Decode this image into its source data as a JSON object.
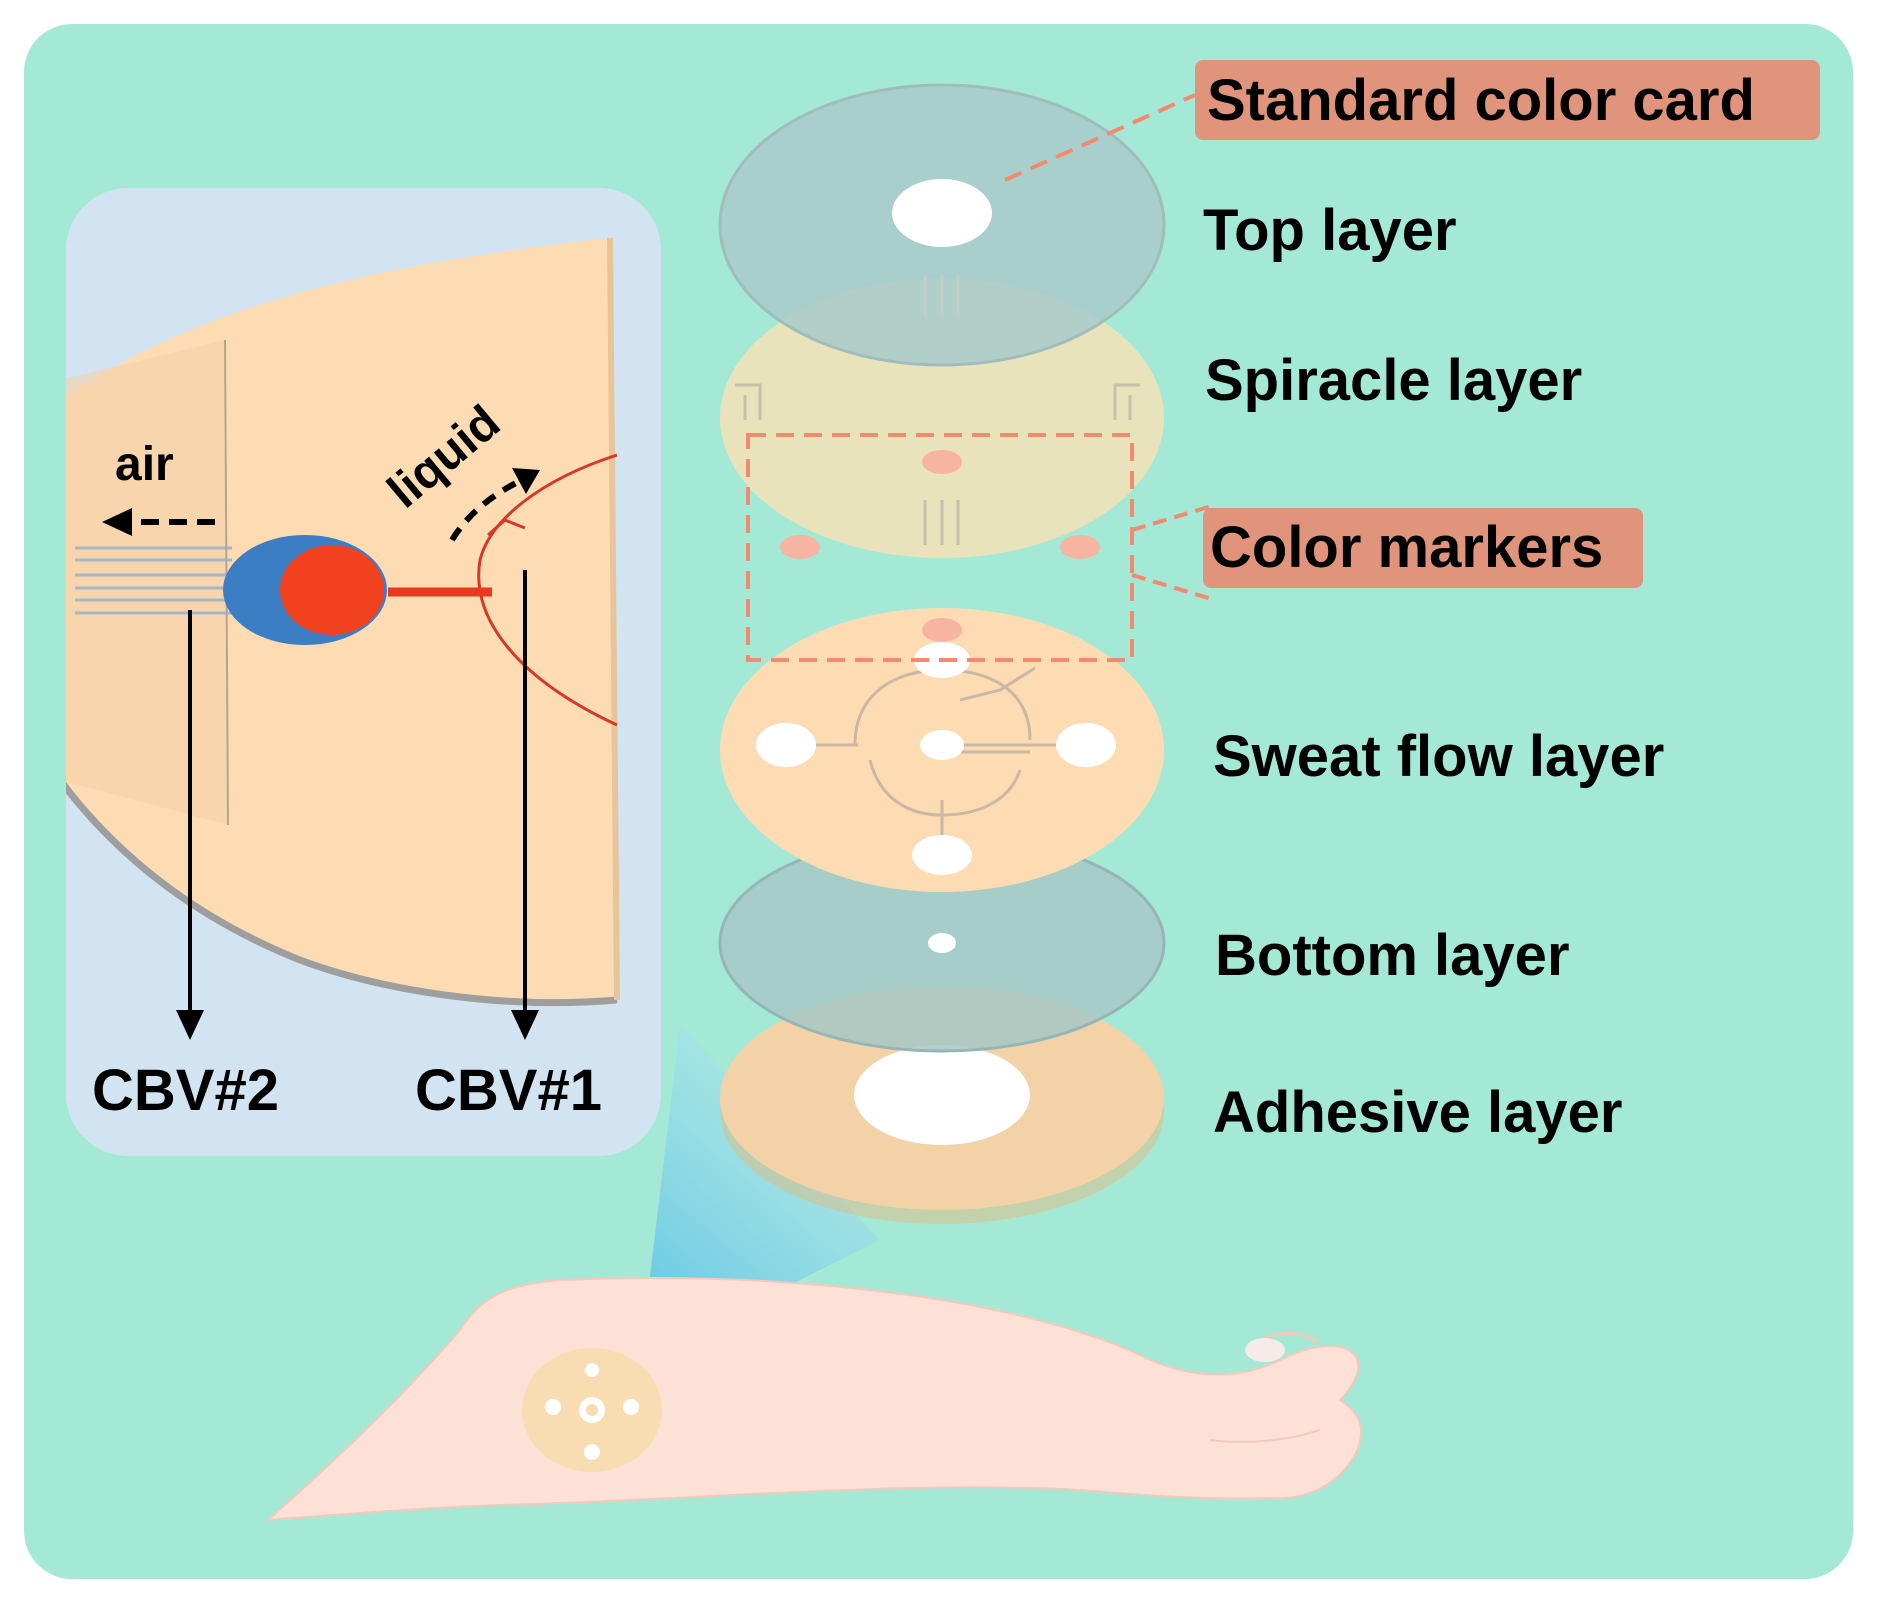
{
  "inset": {
    "air_label": "air",
    "liquid_label": "liquid",
    "cbv2_label": "CBV#2",
    "cbv1_label": "CBV#1"
  },
  "callouts": {
    "standard_color_card": "Standard color card",
    "color_markers": "Color markers"
  },
  "layers": [
    {
      "label": "Top layer"
    },
    {
      "label": "Spiracle layer"
    },
    {
      "label": "Sweat flow layer"
    },
    {
      "label": "Bottom layer"
    },
    {
      "label": "Adhesive layer"
    }
  ],
  "colors": {
    "background": "#a4e9d6",
    "inset_panel": "#d2e4f2",
    "skin_patch": "#fddcb4",
    "callout_box": "#e1947c",
    "liquid_red": "#f2411e",
    "valve_blue": "#3c7ec4",
    "arm": "#fde0d6"
  }
}
